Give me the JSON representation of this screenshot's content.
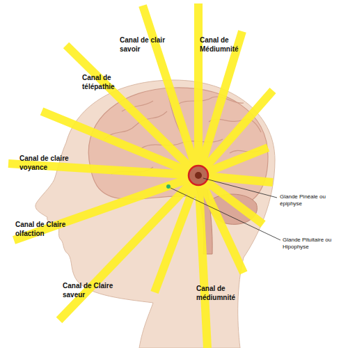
{
  "diagram": {
    "labels": [
      "Canal de clair savoir",
      "Canal de Médiumnité",
      "Canal de télépathie",
      "Canal de claire voyance",
      "Canal de Claire olfaction",
      "Canal de Claire saveur",
      "Canal de médiumnité",
      "Glande Pinéale ou épiphyse",
      "Glande Pituitaire ou Hipophyse"
    ]
  }
}
